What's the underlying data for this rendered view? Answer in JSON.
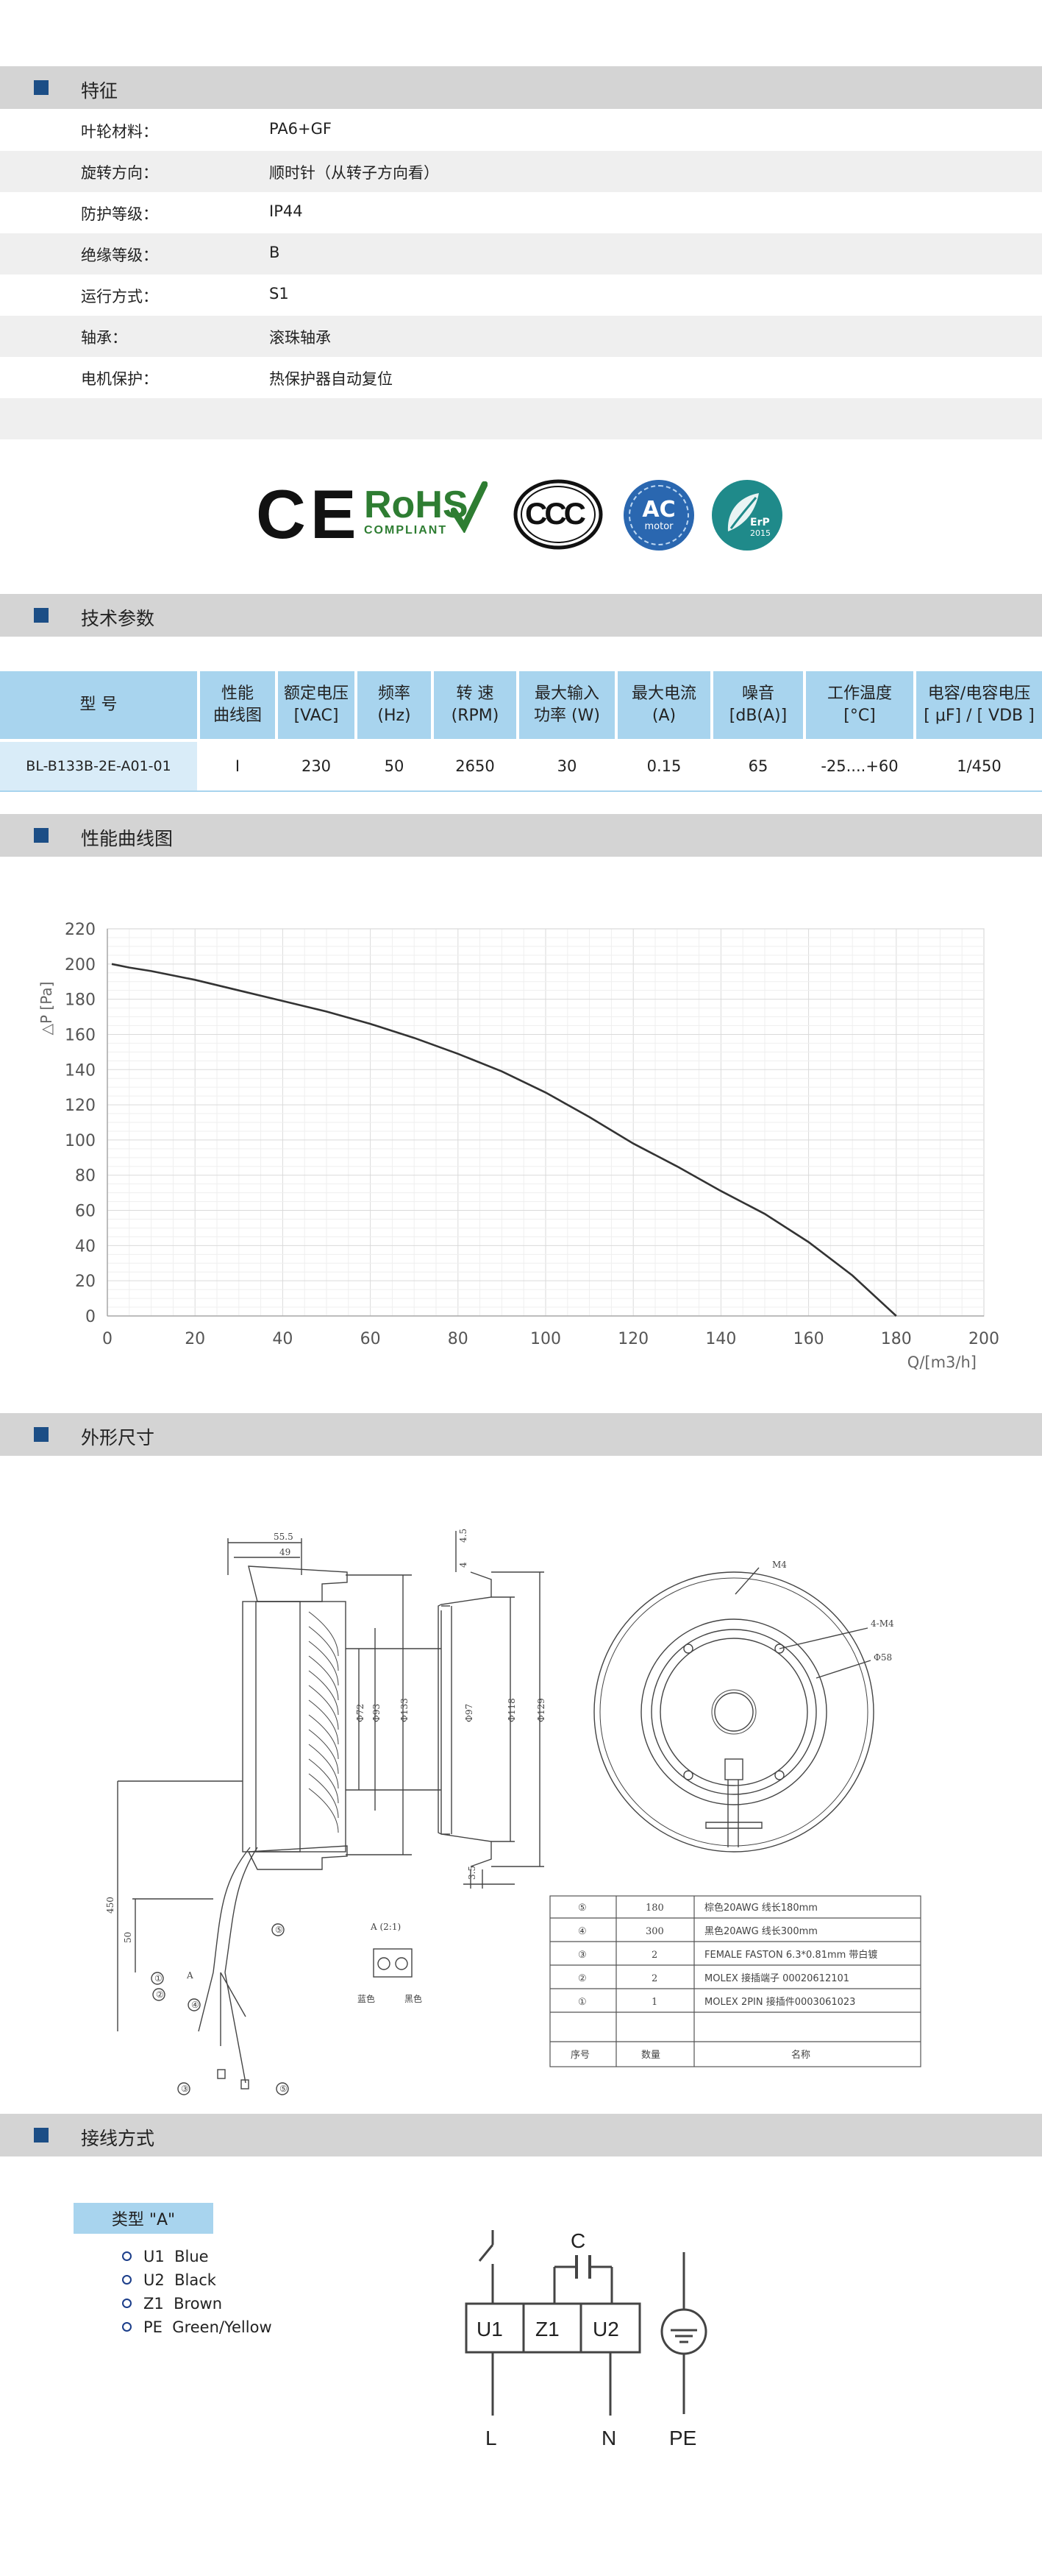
{
  "sections": {
    "features": "特征",
    "tech": "技术参数",
    "curve": "性能曲线图",
    "dims": "外形尺寸",
    "wiring": "接线方式"
  },
  "features": [
    {
      "k": "叶轮材料：",
      "v": "PA6+GF"
    },
    {
      "k": "旋转方向：",
      "v": "顺时针（从转子方向看）"
    },
    {
      "k": "防护等级：",
      "v": "IP44"
    },
    {
      "k": "绝缘等级：",
      "v": "B"
    },
    {
      "k": "运行方式：",
      "v": "S1"
    },
    {
      "k": "轴承：",
      "v": "滚珠轴承"
    },
    {
      "k": "电机保护：",
      "v": "热保护器自动复位"
    }
  ],
  "logos": {
    "ce": "CE",
    "rohs": "RoHS",
    "rohs_sub": "COMPLIANT",
    "ccc": "CCC",
    "ac": "AC",
    "ac_sub": "motor",
    "erp": "ErP",
    "erp_sub": "2015"
  },
  "spec_table": {
    "headers": [
      [
        "型 号"
      ],
      [
        "性能",
        "曲线图"
      ],
      [
        "额定电压",
        "[VAC]"
      ],
      [
        "频率",
        "(Hz)"
      ],
      [
        "转 速",
        "(RPM)"
      ],
      [
        "最大输入",
        "功率 (W)"
      ],
      [
        "最大电流",
        "(A)"
      ],
      [
        "噪音",
        "[dB(A)]"
      ],
      [
        "工作温度",
        "[°C]"
      ],
      [
        "电容/电容电压",
        "[ μF] / [ VDB ]"
      ]
    ],
    "row": [
      "BL-B133B-2E-A01-01",
      "I",
      "230",
      "50",
      "2650",
      "30",
      "0.15",
      "65",
      "-25....+60",
      "1/450"
    ]
  },
  "chart_data": {
    "type": "line",
    "title": "",
    "xlabel": "Q/[m3/h]",
    "ylabel": "△P [Pa]",
    "xlim": [
      0,
      200
    ],
    "ylim": [
      0,
      220
    ],
    "x_ticks": [
      0,
      20,
      40,
      60,
      80,
      100,
      120,
      140,
      160,
      180,
      200
    ],
    "y_ticks": [
      0,
      20,
      40,
      60,
      80,
      100,
      120,
      140,
      160,
      180,
      200,
      220
    ],
    "grid": true,
    "series": [
      {
        "color": "#333333",
        "x": [
          1,
          5,
          10,
          20,
          30,
          40,
          50,
          60,
          70,
          80,
          90,
          100,
          110,
          120,
          130,
          140,
          150,
          160,
          170,
          180
        ],
        "y": [
          200,
          198,
          196,
          191,
          185,
          179,
          173,
          166,
          158,
          149,
          139,
          127,
          113,
          98,
          85,
          71,
          58,
          42,
          23,
          0
        ]
      }
    ]
  },
  "dims": {
    "d_55": "55.5",
    "d_49": "49",
    "d_4": "4",
    "d_4_5": "4.5",
    "phi72": "Φ72",
    "phi93": "Φ93",
    "phi133": "Φ133",
    "phi97": "Φ97",
    "phi118": "Φ118",
    "phi129": "Φ129",
    "d_450": "450",
    "d_50": "50",
    "d_3_5": "3.5",
    "m4": "M4",
    "four_m4": "4-M4",
    "phi58": "Φ58",
    "connector_title": "A (2:1)",
    "blue": "蓝色",
    "black": "黑色",
    "callout_a": "A",
    "callouts": [
      "①",
      "②",
      "③",
      "④",
      "⑤"
    ]
  },
  "parts_table": {
    "rows": [
      [
        "⑤",
        "180",
        "棕色20AWG 线长180mm"
      ],
      [
        "④",
        "300",
        "黑色20AWG 线长300mm"
      ],
      [
        "③",
        "2",
        "FEMALE FASTON 6.3*0.81mm 带白镀"
      ],
      [
        "②",
        "2",
        "MOLEX 接插端子 00020612101"
      ],
      [
        "①",
        "1",
        "MOLEX 2PIN 接插件0003061023"
      ]
    ],
    "header": [
      "序号",
      "数量",
      "名称"
    ]
  },
  "wiring": {
    "type_label": "类型 \"A\"",
    "legend": [
      {
        "code": "U1",
        "desc": "Blue"
      },
      {
        "code": "U2",
        "desc": "Black"
      },
      {
        "code": "Z1",
        "desc": "Brown"
      },
      {
        "code": "PE",
        "desc": "Green/Yellow"
      }
    ],
    "terminals": [
      "U1",
      "Z1",
      "U2"
    ],
    "cap": "C",
    "L": "L",
    "N": "N",
    "PE": "PE"
  }
}
